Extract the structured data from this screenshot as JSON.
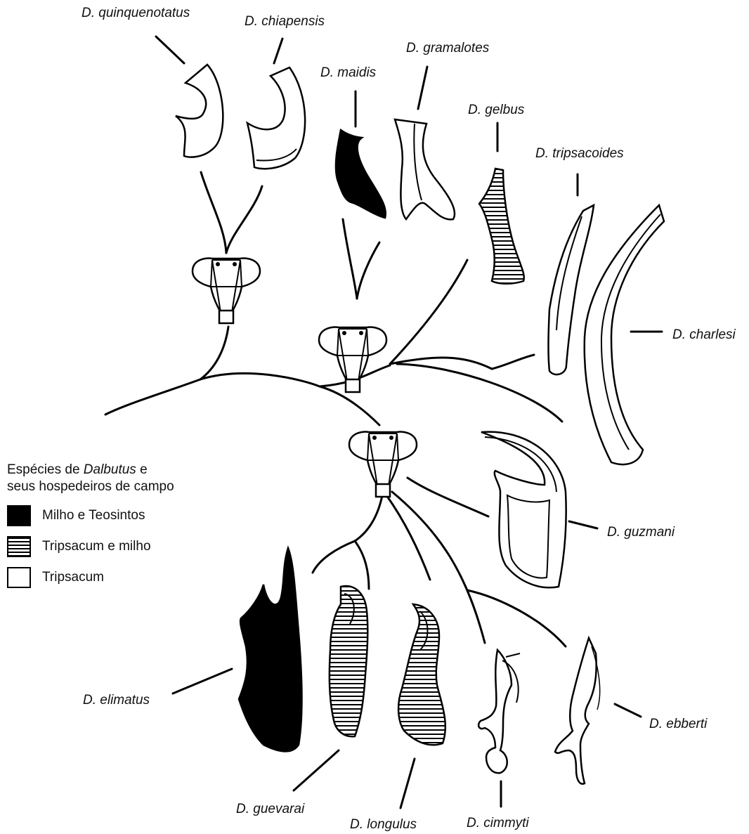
{
  "species": {
    "quinquenotatus": "D. quinquenotatus",
    "chiapensis": "D. chiapensis",
    "maidis": "D. maidis",
    "gramalotes": "D. gramalotes",
    "gelbus": "D. gelbus",
    "tripsacoides": "D. tripsacoides",
    "charlesi": "D. charlesi",
    "guzmani": "D. guzmani",
    "elimatus": "D. elimatus",
    "guevarai": "D. guevarai",
    "longulus": "D. longulus",
    "cimmyti": "D. cimmyti",
    "ebberti": "D. ebberti"
  },
  "legend": {
    "title_line1_pre": "Espécies de ",
    "title_genus": "Dalbutus",
    "title_line1_post": " e",
    "title_line2": "seus hospedeiros de campo",
    "items": [
      {
        "label": "Milho e Teosintos",
        "fill": "solid",
        "color": "#000000"
      },
      {
        "label": "Tripsacum e milho",
        "fill": "striped",
        "color": "#000000"
      },
      {
        "label": "Tripsacum",
        "fill": "empty",
        "color": "#ffffff"
      }
    ]
  }
}
